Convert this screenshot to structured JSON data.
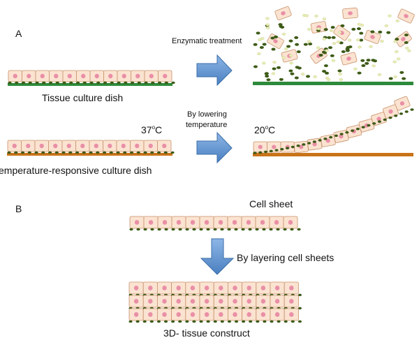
{
  "panel_a": {
    "label": "A",
    "dish_1_label": "Tissue culture dish",
    "process_1_label": "Enzymatic treatment",
    "dish_2_label": "emperature-responsive culture dish",
    "process_2_label_line1": "By lowering",
    "process_2_label_line2": "temperature",
    "temp_high": "37",
    "temp_low": "20",
    "temp_unit": "C",
    "degree_symbol": "o"
  },
  "panel_b": {
    "label": "B",
    "cell_sheet_label": "Cell sheet",
    "process_label": "By layering cell sheets",
    "result_label": "3D- tissue construct"
  },
  "colors": {
    "cell_fill": "#fbe3d1",
    "cell_stroke": "#c6916a",
    "nucleus": "#e98fa6",
    "ecm": "#3d5a17",
    "debris": "#e8ecb7",
    "dish_green": "#2d8a3b",
    "dish_orange": "#c97319",
    "arrow_fill": "#5f93cf",
    "arrow_stroke": "#3b6ea8"
  }
}
